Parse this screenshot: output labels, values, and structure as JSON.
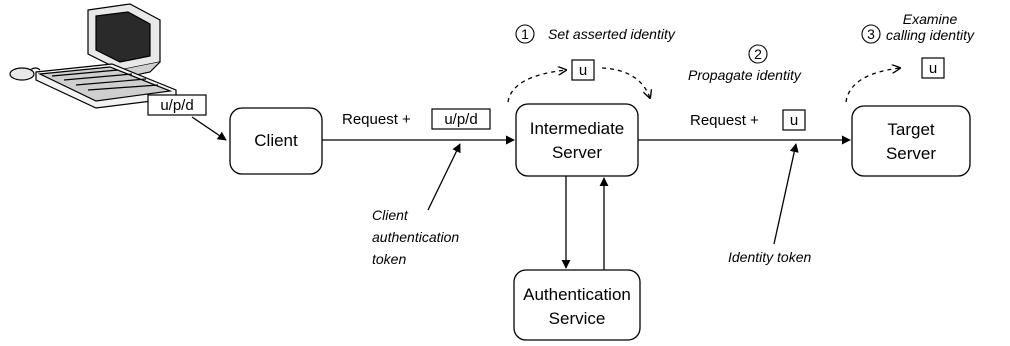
{
  "nodes": {
    "client": "Client",
    "intermediate_server": [
      "Intermediate",
      "Server"
    ],
    "target_server": [
      "Target",
      "Server"
    ],
    "authentication_service": [
      "Authentication",
      "Service"
    ]
  },
  "tokens": {
    "user_credentials": "u/p/d",
    "request_credentials": "u/p/d",
    "asserted_identity": "u",
    "propagated_identity": "u",
    "calling_identity": "u"
  },
  "edge_labels": {
    "client_request": "Request +",
    "intermediate_request": "Request +"
  },
  "steps": [
    {
      "number": "1",
      "text": [
        "Set asserted identity"
      ]
    },
    {
      "number": "2",
      "text": [
        "Propagate identity"
      ]
    },
    {
      "number": "3",
      "text": [
        "Examine",
        "calling identity"
      ]
    }
  ],
  "annotations": {
    "client_token": [
      "Client",
      "authentication",
      "token"
    ],
    "identity_token": [
      "Identity token"
    ]
  }
}
